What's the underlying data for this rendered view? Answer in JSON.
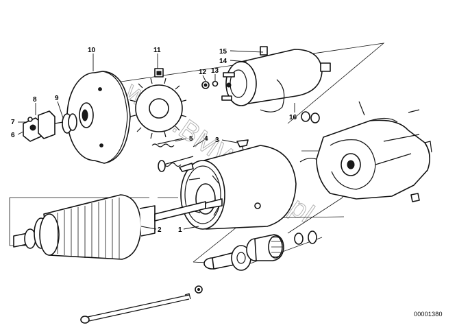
{
  "callouts": [
    {
      "id": "1",
      "label": "1"
    },
    {
      "id": "2",
      "label": "2"
    },
    {
      "id": "3",
      "label": "3"
    },
    {
      "id": "4",
      "label": "4"
    },
    {
      "id": "5",
      "label": "5"
    },
    {
      "id": "6",
      "label": "6"
    },
    {
      "id": "7",
      "label": "7"
    },
    {
      "id": "8",
      "label": "8"
    },
    {
      "id": "9",
      "label": "9"
    },
    {
      "id": "10",
      "label": "10"
    },
    {
      "id": "11",
      "label": "11"
    },
    {
      "id": "12",
      "label": "12"
    },
    {
      "id": "13",
      "label": "13"
    },
    {
      "id": "14",
      "label": "14"
    },
    {
      "id": "15",
      "label": "15"
    },
    {
      "id": "16",
      "label": "16"
    }
  ],
  "watermark": "www.BMWstore.pl",
  "reference_number": "00001380",
  "colors": {
    "ink": "#111111",
    "background": "#ffffff",
    "watermark": "#999999"
  }
}
